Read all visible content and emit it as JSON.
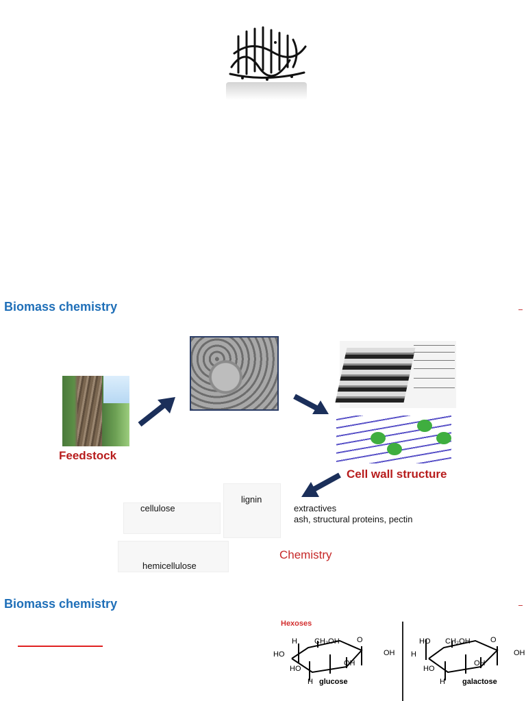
{
  "emblem": {
    "text": "بسم الله الرحمن الرحيم",
    "icon": "calligraphy-emblem"
  },
  "sections": [
    {
      "title": "Biomass chemistry"
    },
    {
      "title": "Biomass chemistry"
    }
  ],
  "diagram": {
    "feedstock_label": "Feedstock",
    "cell_wall_label": "Cell wall structure",
    "chemistry_label": "Chemistry",
    "cellulose": "cellulose",
    "lignin": "lignin",
    "hemicellulose": "hemicellulose",
    "extractives": "extractives",
    "other_components": "ash, structural proteins, pectin",
    "arrow_color": "#1b2f5a",
    "label_color": "#b71c1c"
  },
  "hexoses": {
    "heading": "Hexoses",
    "glucose": "glucose",
    "galactose": "galactose",
    "labels": {
      "h": "H",
      "ho": "HO",
      "oh": "OH",
      "o": "O",
      "ch2oh": "CH₂OH"
    }
  },
  "colors": {
    "title": "#1f6fb8",
    "accent_red": "#e02020"
  }
}
